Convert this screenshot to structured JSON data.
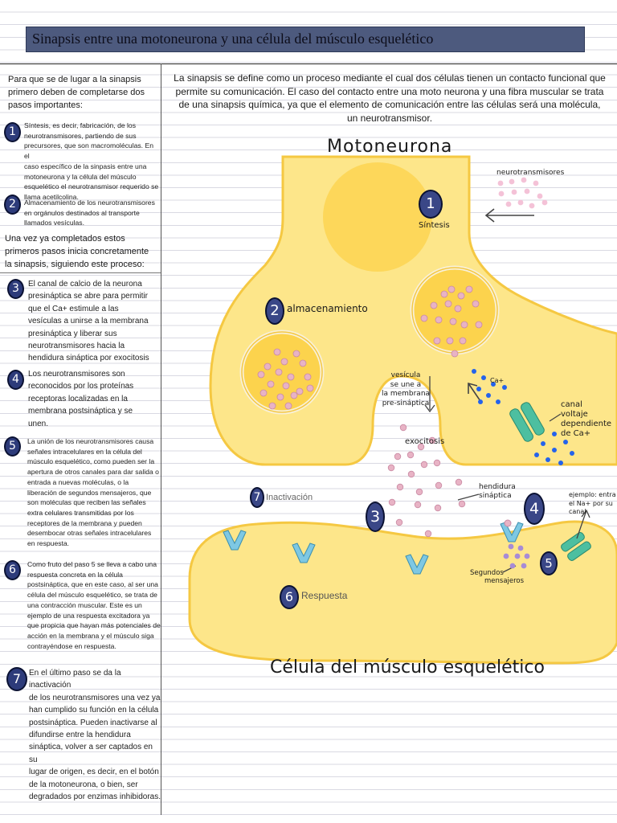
{
  "title": "Sinapsis entre una motoneurona y una célula del músculo esquelético",
  "intro": "La sinapsis se define como un proceso mediante el cual dos células tienen un contacto funcional que permite su comunicación. El caso del contacto entre una moto neurona y una fibra muscular se trata de una sinapsis química, ya que el elemento de comunicación entre las células será una molécula, un neurotransmisor.",
  "left": {
    "preface": [
      "Para que se de lugar a la sinapsis",
      "primero deben de completarse dos",
      "pasos importantes:"
    ],
    "step1": {
      "num": "1",
      "lines": [
        "Síntesis, es decir, fabricación, de los",
        "neurotransmisores, partiendo de sus",
        "precursores, que son macromoléculas. En el",
        "caso específico de la sinpasis entre una",
        "motoneurona y la célula del músculo",
        "esquelético el neurotransmisor requerido se",
        "llama acetilcolina."
      ]
    },
    "step2": {
      "num": "2",
      "lines": [
        "Almacenamiento de los neurotransmisores",
        "en orgánulos destinados al transporte",
        "llamados vesículas."
      ]
    },
    "middle": [
      "Una vez ya completados estos",
      "primeros pasos inicia concretamente",
      "la sinapsis, siguiendo este proceso:"
    ],
    "step3": {
      "num": "3",
      "lines": [
        "El canal de calcio de la neurona",
        "presináptica se abre para  permitir",
        "que el Ca+ estimule a las",
        "vesículas a unirse a la membrana",
        "presináptica y liberar sus",
        "neurotransmisores hacia la",
        "hendidura sináptica por exocitosis"
      ]
    },
    "step4": {
      "num": "4",
      "lines": [
        "Los neurotransmisores son",
        "reconocidos por los proteínas",
        "receptoras localizadas en la",
        "membrana postsináptica y se",
        "unen."
      ]
    },
    "step5": {
      "num": "5",
      "lines": [
        "La unión de los neurotransmisores causa",
        "señales intracelulares en la célula del",
        "músculo esquelético, como pueden ser la",
        "apertura de otros canales para dar salida o",
        "entrada a nuevas moléculas, o la",
        "liberación de segundos mensajeros, que",
        "son moléculas que reciben las señales",
        "extra celulares transmitidas por los",
        "receptores de la membrana y pueden",
        "desembocar otras señales intracelulares",
        "en respuesta."
      ]
    },
    "step6": {
      "num": "6",
      "lines": [
        "Como fruto del paso 5 se lleva a cabo una",
        "respuesta concreta en la célula",
        "postsináptica, que en este caso, al ser una",
        "célula del músculo esquelético, se trata de",
        "una contracción muscular. Este es un",
        "ejemplo de una respuesta excitadora ya",
        "que propicia que hayan más potenciales de",
        "acción en la membrana y el músculo siga",
        "contrayéndose en respuesta."
      ]
    },
    "step7": {
      "num": "7",
      "lines": [
        "En el último paso se da la inactivación",
        "de los neurotransmisores una vez ya",
        "han cumplido su función en la célula",
        "postsináptica. Pueden inactivarse al",
        "difundirse entre la hendidura",
        "sináptica, volver a ser captados en su",
        "lugar de origen, es decir, en el botón",
        "de la motoneurona, o bien, ser",
        "degradados por enzimas inhibidoras."
      ]
    }
  },
  "diagram": {
    "motoneurona": "Motoneurona",
    "musculo": "Célula del músculo esquelético",
    "neurotransmisores": "neurotransmisores",
    "sintesis": "Síntesis",
    "almacenamiento": "almacenamiento",
    "vesicula": [
      "vesícula",
      "se une a",
      "la membrana",
      "pre-sináptica"
    ],
    "ca": "Ca+",
    "canal": [
      "canal",
      "voltaje",
      "dependiente",
      "de Ca+"
    ],
    "exocitosis": "exocitosis",
    "hendidura": [
      "hendidura",
      "sináptica"
    ],
    "ejemplo": [
      "ejemplo: entra",
      "el Na+ por su",
      "canal"
    ],
    "inactivacion": "Inactivación",
    "segundos": [
      "Segundos",
      "mensajeros"
    ],
    "respuesta": "Respuesta",
    "n1": "1",
    "n2": "2",
    "n3": "3",
    "n4": "4",
    "n5": "5",
    "n6": "6",
    "n7": "7"
  },
  "colors": {
    "title_bar": "#4d5a7e",
    "cell_fill": "#fde68a",
    "cell_stroke": "#f5c842",
    "vesicle": "#e8b3c5",
    "receptor": "#7ec8e3",
    "channel": "#4dbfa0",
    "number_badge": "#2d3b7a"
  }
}
